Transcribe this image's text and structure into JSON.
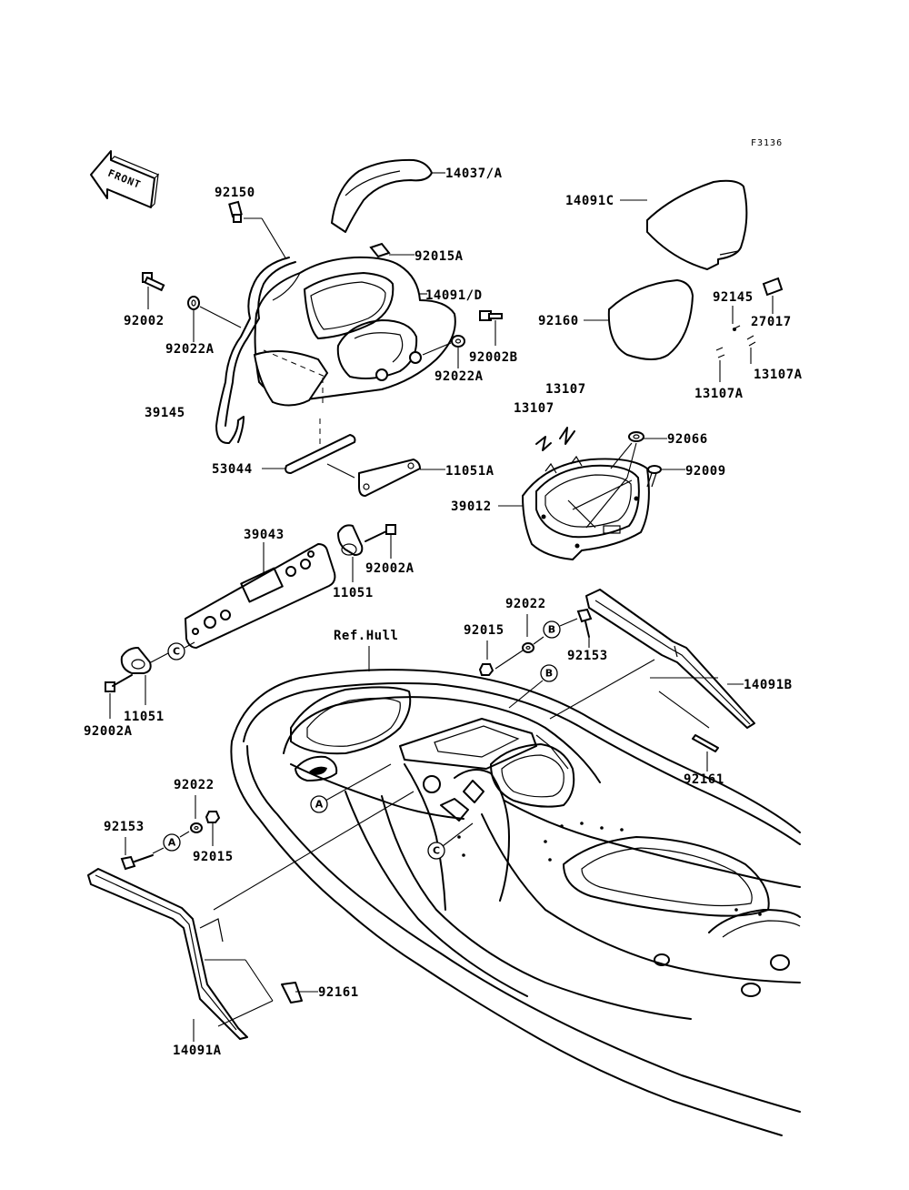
{
  "figure_code": "F3136",
  "front_arrow_label": "FRONT",
  "ref_hull_label": "Ref.Hull",
  "part_labels": {
    "p14037A": "14037/A",
    "p92150": "92150",
    "p92015A": "92015A",
    "p14091D": "14091/D",
    "p92002": "92002",
    "p92022A_left": "92022A",
    "p92002B": "92002B",
    "p92022A_right": "92022A",
    "p39145": "39145",
    "p53044": "53044",
    "p11051A": "11051A",
    "p14091C": "14091C",
    "p92160": "92160",
    "p92145": "92145",
    "p27017": "27017",
    "p13107A_right": "13107A",
    "p13107A_left": "13107A",
    "p13107_top": "13107",
    "p13107_bottom": "13107",
    "p92066": "92066",
    "p92009": "92009",
    "p39012": "39012",
    "p39043": "39043",
    "p92002A_top": "92002A",
    "p11051_top": "11051",
    "p92022_top": "92022",
    "p92015_top": "92015",
    "p92153_top": "92153",
    "p14091B": "14091B",
    "p11051_bottom": "11051",
    "p92002A_bottom": "92002A",
    "p92161_right": "92161",
    "p92022_bottom": "92022",
    "p92153_bottom": "92153",
    "p92015_bottom": "92015",
    "p92161_bottom": "92161",
    "p14091A": "14091A"
  },
  "callouts": {
    "A": "A",
    "B": "B",
    "C": "C"
  }
}
